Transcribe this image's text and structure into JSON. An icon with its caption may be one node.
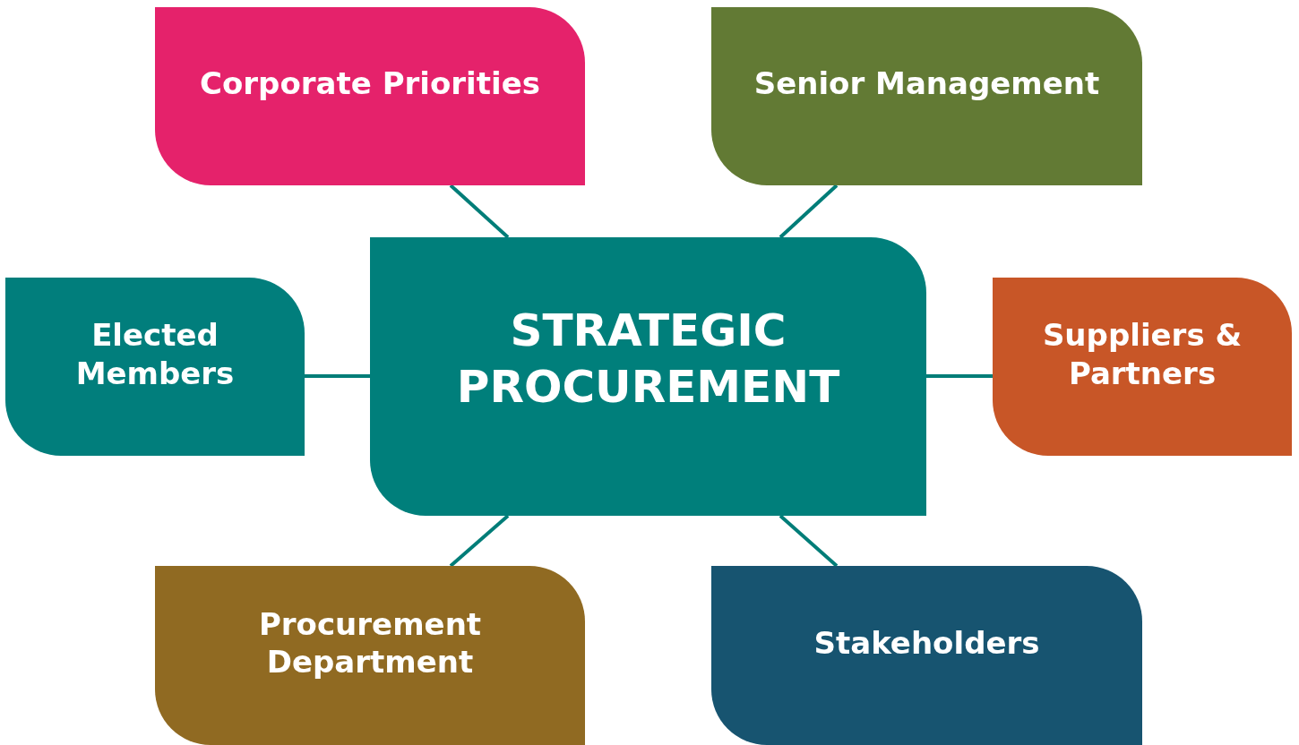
{
  "diagram": {
    "nodes": [
      {
        "text": [
          "Corporate Priorities"
        ]
      },
      {
        "text": [
          "Senior Management"
        ]
      },
      {
        "text": [
          "Elected Members"
        ]
      },
      {
        "text": [
          "STRATEGIC PROCUREMENT"
        ]
      },
      {
        "text": [
          "Suppliers & Partners"
        ]
      },
      {
        "text": [
          "Procurement Department"
        ]
      },
      {
        "text": [
          "Stakeholders"
        ]
      }
    ],
    "edges": [
      {
        "from": 3,
        "to": 0,
        "arrow": "none"
      },
      {
        "from": 3,
        "to": 1,
        "arrow": "none"
      },
      {
        "from": 3,
        "to": 2,
        "arrow": "none"
      },
      {
        "from": 3,
        "to": 4,
        "arrow": "none"
      },
      {
        "from": 3,
        "to": 5,
        "arrow": "none"
      },
      {
        "from": 3,
        "to": 6,
        "arrow": "none"
      }
    ]
  }
}
